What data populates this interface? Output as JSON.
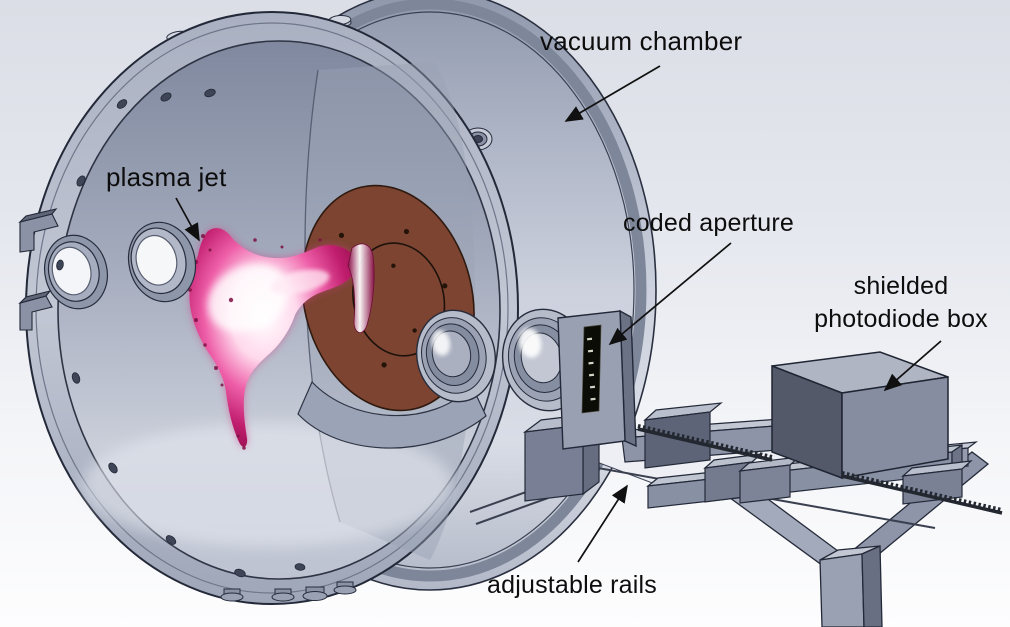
{
  "figure": {
    "background": {
      "top": "#dbdee6",
      "bottom": "#fdfdfe"
    },
    "colors": {
      "outline": "#232938",
      "metal_light": "#ccd1dd",
      "metal_mid": "#9aa1b3",
      "metal_dark": "#5d6477",
      "rim_face": "#b6bcca",
      "interior_dark": "#848da2",
      "interior_light": "#cfd3de",
      "electrode_brown": "#7c4431",
      "plasma_core": "#ffffff",
      "plasma_bright": "#ee5fa8",
      "plasma_mid": "#c01d6d",
      "plasma_deep": "#8a0f47",
      "aperture_slit": "#0c0c06",
      "box_front": "#535969",
      "box_side": "#868da0",
      "box_top": "#b0b5c3",
      "label_text": "#0d0d0d"
    },
    "annotations": [
      {
        "id": "vacuum-chamber",
        "text": "vacuum chamber"
      },
      {
        "id": "plasma-jet",
        "text": "plasma jet"
      },
      {
        "id": "coded-aperture",
        "text": "coded aperture"
      },
      {
        "id": "shielded-photodiode-box",
        "text": "shielded photodiode box",
        "lines": [
          "shielded",
          "photodiode box"
        ]
      },
      {
        "id": "adjustable-rails",
        "text": "adjustable rails"
      }
    ]
  }
}
